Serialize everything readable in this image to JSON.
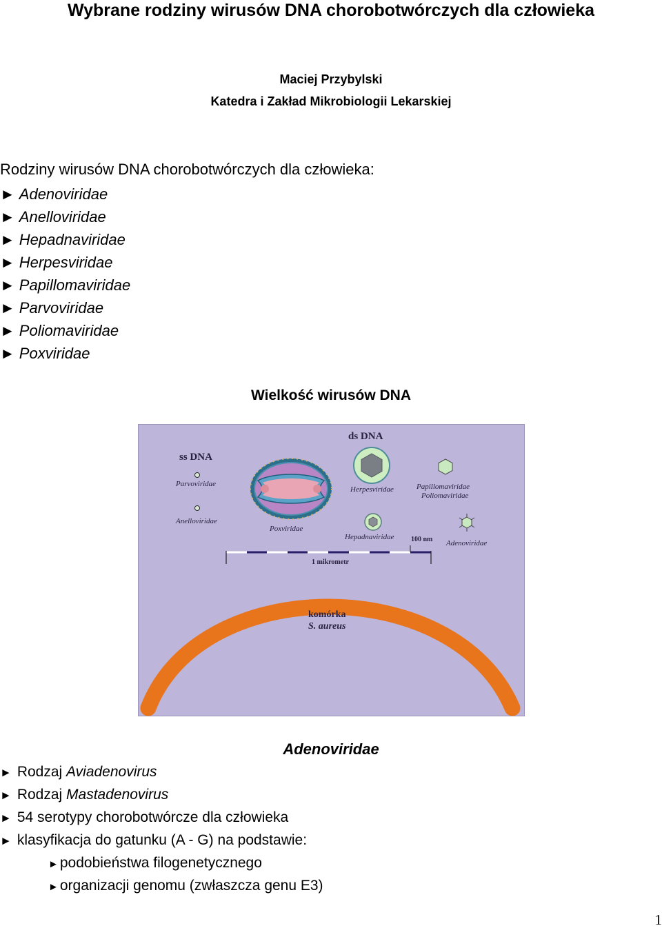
{
  "document": {
    "title": "Wybrane rodziny wirusów DNA chorobotwórczych dla człowieka",
    "author": "Maciej Przybylski",
    "department": "Katedra i Zakład Mikrobiologii Lekarskiej",
    "page_number": "1"
  },
  "families": {
    "heading": "Rodziny wirusów DNA chorobotwórczych dla człowieka:",
    "bullet": "►",
    "items": [
      "Adenoviridae",
      "Anelloviridae",
      "Hepadnaviridae",
      "Herpesviridae",
      "Papillomaviridae",
      "Parvoviridae",
      "Poliomaviridae",
      "Poxviridae"
    ]
  },
  "figure": {
    "title": "Wielkość wirusów DNA",
    "ss_label": "ss DNA",
    "ds_label": "ds DNA",
    "labels": {
      "parvoviridae": "Parvoviridae",
      "anelloviridae": "Anelloviridae",
      "poxviridae": "Poxviridae",
      "herpesviridae": "Herpesviridae",
      "hepadnaviridae": "Hepadnaviridae",
      "papillomaviridae": "Papillomaviridae",
      "poliomaviridae": "Poliomaviridae",
      "adenoviridae": "Adenoviridae",
      "scale_100nm": "100 nm",
      "scale_1um": "1 mikrometr",
      "cell_line1": "komórka",
      "cell_line2": "S. aureus"
    },
    "colors": {
      "background": "#bdb5da",
      "cell_wall": "#e8741c",
      "scale_bar": "#2b1f6b",
      "pox_outer": "#2c6f8a",
      "pox_core": "#e9a5b4",
      "pox_body": "#b886c4",
      "herpes_envelope": "#cdeec0",
      "capsid": "#7a7f86"
    }
  },
  "adenoviridae_section": {
    "title": "Adenoviridae",
    "items": [
      {
        "prefix": "Rodzaj ",
        "italic": "Aviadenovirus",
        "suffix": ""
      },
      {
        "prefix": "Rodzaj ",
        "italic": "Mastadenovirus",
        "suffix": ""
      },
      {
        "prefix": "54 serotypy chorobotwórcze dla człowieka",
        "italic": "",
        "suffix": ""
      },
      {
        "prefix": "klasyfikacja do gatunku (A - G) na podstawie:",
        "italic": "",
        "suffix": ""
      }
    ],
    "subitems": [
      "podobieństwa filogenetycznego",
      "organizacji genomu (zwłaszcza genu E3)"
    ]
  }
}
